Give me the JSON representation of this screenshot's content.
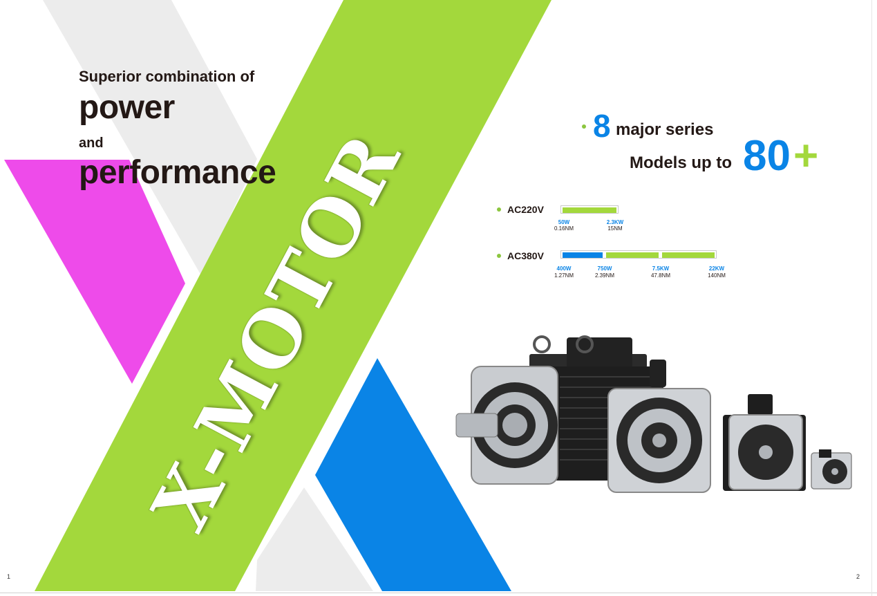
{
  "headline": {
    "line1": "Superior combination of",
    "line2": "power",
    "line3": "and",
    "line4": "performance"
  },
  "brand": {
    "name": "X-MOTOR"
  },
  "series": {
    "count": "8",
    "count_label": "major series",
    "models_label": "Models up to",
    "models_count": "80",
    "models_suffix": "+"
  },
  "ranges": {
    "ac220": {
      "label": "AC220V",
      "points": [
        {
          "power": "50W",
          "torque": "0.16NM"
        },
        {
          "power": "2.3KW",
          "torque": "15NM"
        }
      ]
    },
    "ac380": {
      "label": "AC380V",
      "points": [
        {
          "power": "400W",
          "torque": "1.27NM"
        },
        {
          "power": "750W",
          "torque": "2.39NM"
        },
        {
          "power": "7.5KW",
          "torque": "47.8NM"
        },
        {
          "power": "22KW",
          "torque": "140NM"
        }
      ]
    }
  },
  "colors": {
    "green": "#a3d83c",
    "blue": "#0a84e6",
    "magenta": "#ee4bea",
    "gray": "#ececec"
  },
  "pages": {
    "left": "1",
    "right": "2"
  }
}
